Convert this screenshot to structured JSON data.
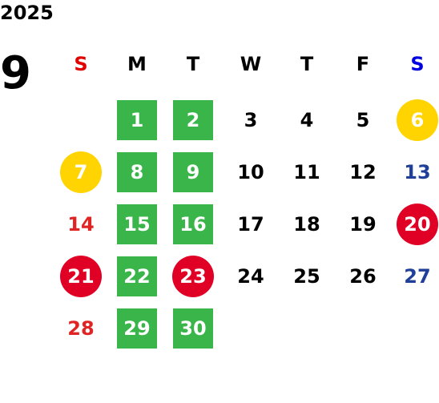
{
  "year": "2025",
  "month": "9",
  "weekdays": [
    {
      "label": "S",
      "color": "#e00000"
    },
    {
      "label": "M",
      "color": "#000000"
    },
    {
      "label": "T",
      "color": "#000000"
    },
    {
      "label": "W",
      "color": "#000000"
    },
    {
      "label": "T",
      "color": "#000000"
    },
    {
      "label": "F",
      "color": "#000000"
    },
    {
      "label": "S",
      "color": "#0000e0"
    }
  ],
  "colors": {
    "green_day": "#3ab54a",
    "holiday_circle": "#e00025",
    "yellow_circle": "#ffd400",
    "sunday_text": "#e02424",
    "saturday_text": "#1f3f99"
  },
  "weeks": [
    [
      {
        "day": "",
        "style": "empty"
      },
      {
        "day": "1",
        "style": "green"
      },
      {
        "day": "2",
        "style": "green"
      },
      {
        "day": "3",
        "style": "plain"
      },
      {
        "day": "4",
        "style": "plain"
      },
      {
        "day": "5",
        "style": "plain"
      },
      {
        "day": "6",
        "style": "yellow-circle"
      }
    ],
    [
      {
        "day": "7",
        "style": "yellow-circle"
      },
      {
        "day": "8",
        "style": "green"
      },
      {
        "day": "9",
        "style": "green"
      },
      {
        "day": "10",
        "style": "plain"
      },
      {
        "day": "11",
        "style": "plain"
      },
      {
        "day": "12",
        "style": "plain"
      },
      {
        "day": "13",
        "style": "sat"
      }
    ],
    [
      {
        "day": "14",
        "style": "sun"
      },
      {
        "day": "15",
        "style": "green"
      },
      {
        "day": "16",
        "style": "green"
      },
      {
        "day": "17",
        "style": "plain"
      },
      {
        "day": "18",
        "style": "plain"
      },
      {
        "day": "19",
        "style": "plain"
      },
      {
        "day": "20",
        "style": "red-circle"
      }
    ],
    [
      {
        "day": "21",
        "style": "red-circle"
      },
      {
        "day": "22",
        "style": "green"
      },
      {
        "day": "23",
        "style": "red-circle"
      },
      {
        "day": "24",
        "style": "plain"
      },
      {
        "day": "25",
        "style": "plain"
      },
      {
        "day": "26",
        "style": "plain"
      },
      {
        "day": "27",
        "style": "sat"
      }
    ],
    [
      {
        "day": "28",
        "style": "sun"
      },
      {
        "day": "29",
        "style": "green"
      },
      {
        "day": "30",
        "style": "green"
      },
      {
        "day": "",
        "style": "empty"
      },
      {
        "day": "",
        "style": "empty"
      },
      {
        "day": "",
        "style": "empty"
      },
      {
        "day": "",
        "style": "empty"
      }
    ]
  ]
}
